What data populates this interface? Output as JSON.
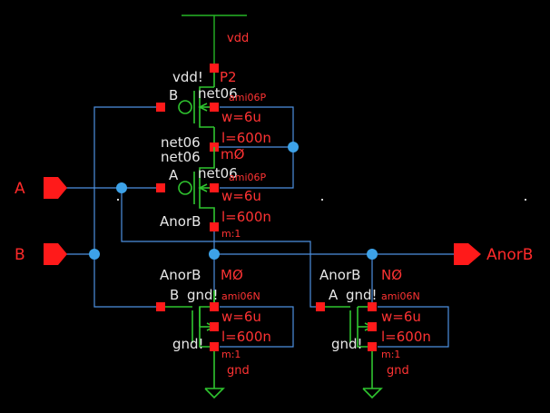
{
  "colors": {
    "background": "#000000",
    "wire": "#4c8fe0",
    "device": "#2fc52f",
    "terminal": "#ff1a1a",
    "junction": "#3da2e8",
    "label_red": "#ff3333",
    "label_white": "#e8e8e8",
    "supply_green": "#33cc33"
  },
  "pins": {
    "A": "A",
    "B": "B",
    "out": "AnorB"
  },
  "supply": {
    "vdd": "vdd",
    "gnd_left": "gnd",
    "gnd_right": "gnd"
  },
  "instances": {
    "P2": {
      "name": "P2",
      "model": "ami06P",
      "w": "w=6u",
      "l": "l=600n",
      "source_net": "vdd!",
      "gate_net": "B",
      "bulk_net": "net06",
      "drain_net": "net06"
    },
    "M0_pmos": {
      "name": "mØ",
      "model": "ami06P",
      "w": "w=6u",
      "l": "l=600n",
      "source_net": "net06",
      "gate_net": "A",
      "bulk_net": "net06",
      "drain_net": "AnorB",
      "mult": "m:1"
    },
    "M0_nmos": {
      "name": "MØ",
      "model": "ami06N",
      "w": "w=6u",
      "l": "l=600n",
      "drain_net": "AnorB",
      "gate_net": "B",
      "bulk_net": "gnd!",
      "source_net": "gnd!",
      "mult": "m:1"
    },
    "N0": {
      "name": "NØ",
      "model": "ami06N",
      "w": "w=6u",
      "l": "l=600n",
      "drain_net": "AnorB",
      "gate_net": "A",
      "bulk_net": "gnd!",
      "source_net": "gnd!",
      "mult": "m:1"
    }
  },
  "net_labels": {
    "net06_top": "net06",
    "net06_second": "net06"
  }
}
